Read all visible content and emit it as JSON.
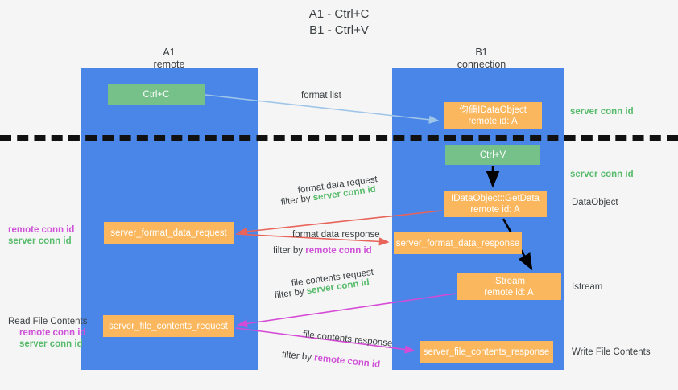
{
  "title": {
    "line1": "A1 - Ctrl+C",
    "line2": "B1 - Ctrl+V"
  },
  "lanes": [
    {
      "id": "a1",
      "name": "A1",
      "sub": "remote"
    },
    {
      "id": "b1",
      "name": "B1",
      "sub": "connection"
    }
  ],
  "nodes": {
    "ctrl_c": {
      "label": "Ctrl+C",
      "color": "#76c08a"
    },
    "idataobject": {
      "label": "伨㑲IDataObject",
      "sub": "remote id: A",
      "color": "#fbb75e"
    },
    "ctrl_v": {
      "label": "Ctrl+V",
      "color": "#76c08a"
    },
    "getdata": {
      "label": "IDataObject::GetData",
      "sub": "remote id: A",
      "color": "#fbb75e"
    },
    "format_data_request": {
      "label": "server_format_data_request",
      "color": "#fbb75e"
    },
    "format_data_response": {
      "label": "server_format_data_response",
      "color": "#fbb75e"
    },
    "istream": {
      "label": "IStream",
      "sub": "remote id: A",
      "color": "#fbb75e"
    },
    "file_contents_request": {
      "label": "server_file_contents_request",
      "color": "#fbb75e"
    },
    "file_contents_response": {
      "label": "server_file_contents_response",
      "color": "#fbb75e"
    }
  },
  "edge_labels": {
    "format_list": "format list",
    "format_data_request": "format data request",
    "format_data_response": "format data response",
    "file_contents_request": "file contents request",
    "file_contents_response": "file contents response",
    "filter_by": "filter by",
    "server_conn_id": "server conn id",
    "remote_conn_id": "remote conn id"
  },
  "annotations": {
    "read_file_contents": "Read File Contents",
    "write_file_contents": "Write File Contents",
    "data_object": "DataObject",
    "istream": "Istream",
    "server_conn_id": "server conn id",
    "remote_conn_id": "remote conn id"
  },
  "colors": {
    "background": "#f5f5f5",
    "lane": "#4a86e8",
    "green_node": "#76c08a",
    "orange_node": "#fbb75e",
    "green_text": "#57bb6b",
    "magenta_text": "#cf52d8",
    "arrow_blue": "#9fc5e8",
    "arrow_red": "#e8635a",
    "arrow_magenta": "#d64bd6",
    "arrow_black": "#000000",
    "divider": "#111111"
  }
}
